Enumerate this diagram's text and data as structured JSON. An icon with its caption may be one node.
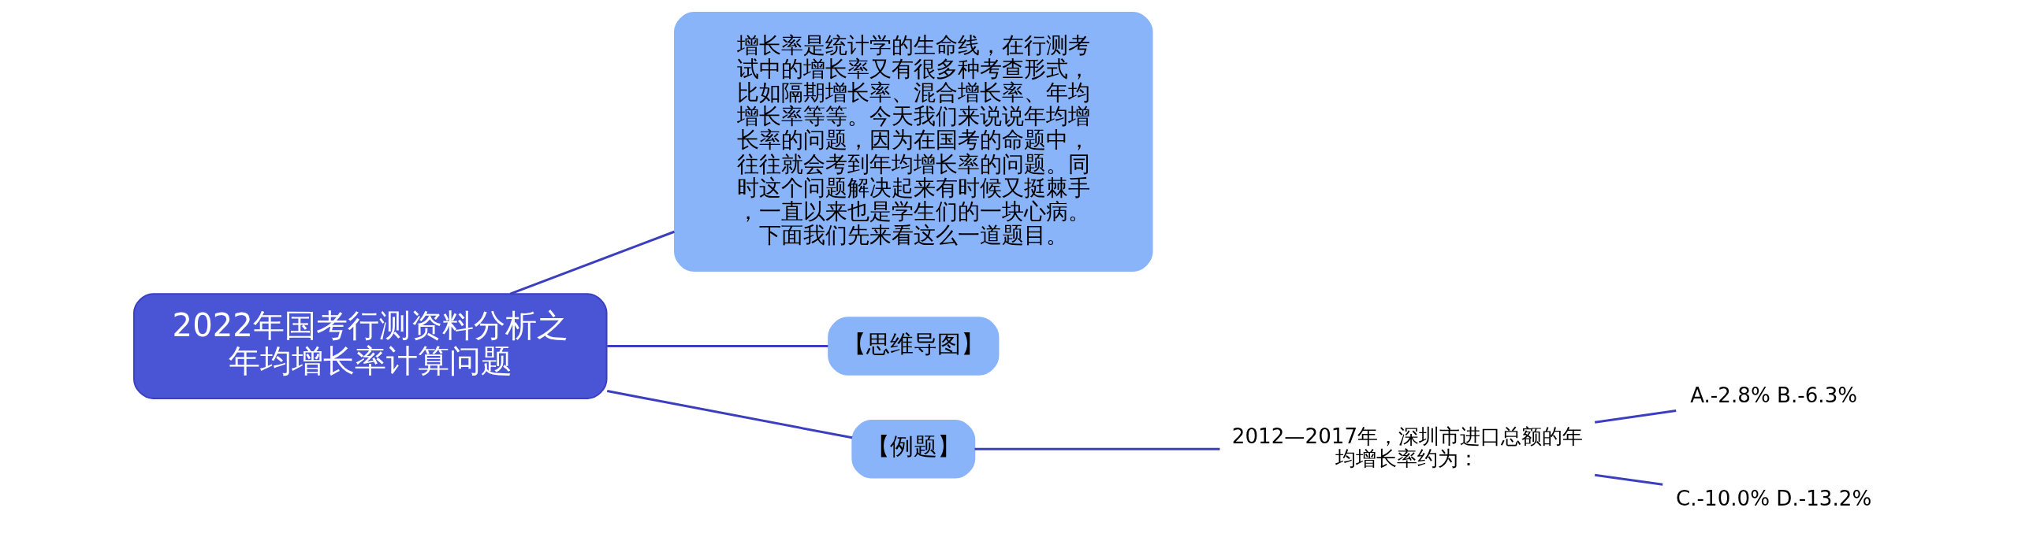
{
  "diagram": {
    "nodes": [
      {
        "text": [
          "2022年国考行测资料分析之年均增长率计算问题"
        ]
      },
      {
        "text": [
          "增长率是统计学的生命线，在行测考试中的增长率又有很多种考查形式，比如隔期增长率、混合增长率、年均增长率等等。今天我们来说说年均增长率的问题，因为在国考的命题中，往往就会考到年均增长率的问题。同时这个问题解决起来有时候又挺棘手，一直以来也是学生们的一块心病。下面我们先来看这么一道题目。"
        ]
      },
      {
        "text": [
          "【思维导图】"
        ]
      },
      {
        "text": [
          "【例题】"
        ]
      },
      {
        "text": [
          "2012—2017年，深圳市进口总额的年均增长率约为："
        ]
      },
      {
        "text": [
          "A.-2.8% B.-6.3%"
        ]
      },
      {
        "text": [
          "C.-10.0% D.-13.2%"
        ]
      }
    ],
    "edges": [
      {
        "from": 0,
        "to": 1,
        "arrow": "none"
      },
      {
        "from": 0,
        "to": 2,
        "arrow": "none"
      },
      {
        "from": 0,
        "to": 3,
        "arrow": "none"
      },
      {
        "from": 3,
        "to": 4,
        "arrow": "none"
      },
      {
        "from": 4,
        "to": 5,
        "arrow": "none"
      },
      {
        "from": 4,
        "to": 6,
        "arrow": "none"
      }
    ]
  }
}
